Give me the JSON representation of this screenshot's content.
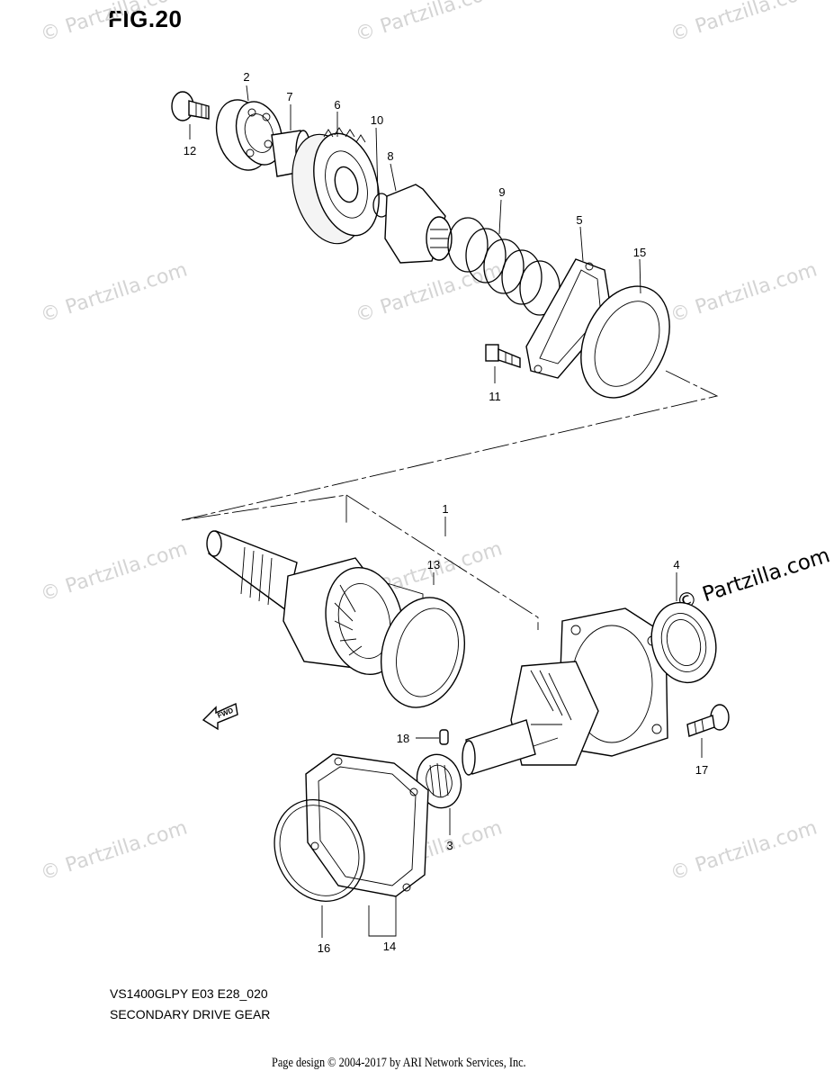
{
  "figure": {
    "title": "FIG.20",
    "model_code": "VS1400GLPY E03 E28_020",
    "assembly_name": "SECONDARY DRIVE GEAR",
    "credit": "Page design © 2004-2017 by ARI Network Services, Inc."
  },
  "watermark": {
    "text": "© Partzilla.com",
    "prominent_text": "© Partzilla.com"
  },
  "direction_marker": {
    "label": "FWD"
  },
  "callouts": {
    "c1": "1",
    "c2": "2",
    "c3": "3",
    "c4": "4",
    "c5": "5",
    "c6": "6",
    "c7": "7",
    "c8": "8",
    "c9": "9",
    "c10": "10",
    "c11": "11",
    "c12": "12",
    "c13": "13",
    "c14": "14",
    "c15": "15",
    "c16": "16",
    "c17": "17",
    "c18": "18"
  }
}
